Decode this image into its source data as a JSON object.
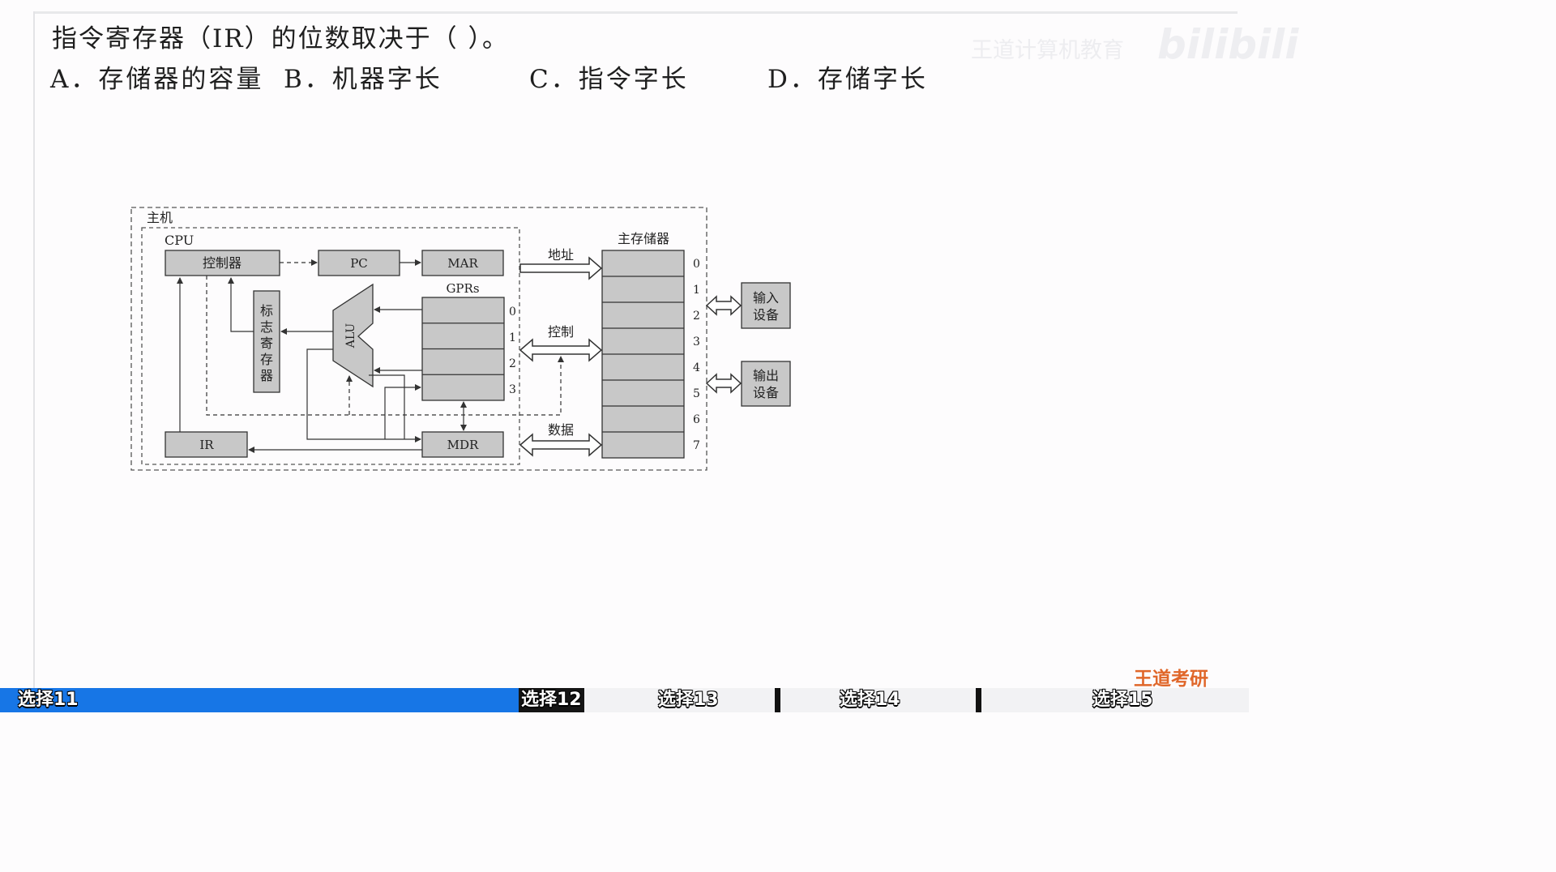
{
  "question": {
    "stem": "指令寄存器（IR）的位数取决于（ ）。",
    "options": {
      "a": "A．存储器的容量",
      "b": "B．机器字长",
      "c": "C．指令字长",
      "d": "D．存储字长"
    }
  },
  "watermark": {
    "text": "王道计算机教育",
    "logo": "bilibili"
  },
  "brand": "王道考研",
  "diagram": {
    "host_label": "主机",
    "cpu_label": "CPU",
    "controller": "控制器",
    "pc": "PC",
    "mar": "MAR",
    "gprs_label": "GPRs",
    "gpr_indices": [
      "0",
      "1",
      "2",
      "3"
    ],
    "alu": "ALU",
    "flags_register": [
      "标",
      "志",
      "寄",
      "存",
      "器"
    ],
    "ir": "IR",
    "mdr": "MDR",
    "main_memory_label": "主存储器",
    "memory_indices": [
      "0",
      "1",
      "2",
      "3",
      "4",
      "5",
      "6",
      "7"
    ],
    "address_bus": "地址",
    "control_bus": "控制",
    "data_bus": "数据",
    "input_device": [
      "输入",
      "设备"
    ],
    "output_device": [
      "输出",
      "设备"
    ]
  },
  "progress_bar": {
    "sections": [
      "选择11",
      "选择12",
      "选择13",
      "选择14",
      "选择15"
    ],
    "active_section": "选择12",
    "played_fraction": 0.42
  },
  "colors": {
    "box_fill": "#c8c8c8",
    "progress": "#1776e6",
    "brand": "#e0672a"
  }
}
